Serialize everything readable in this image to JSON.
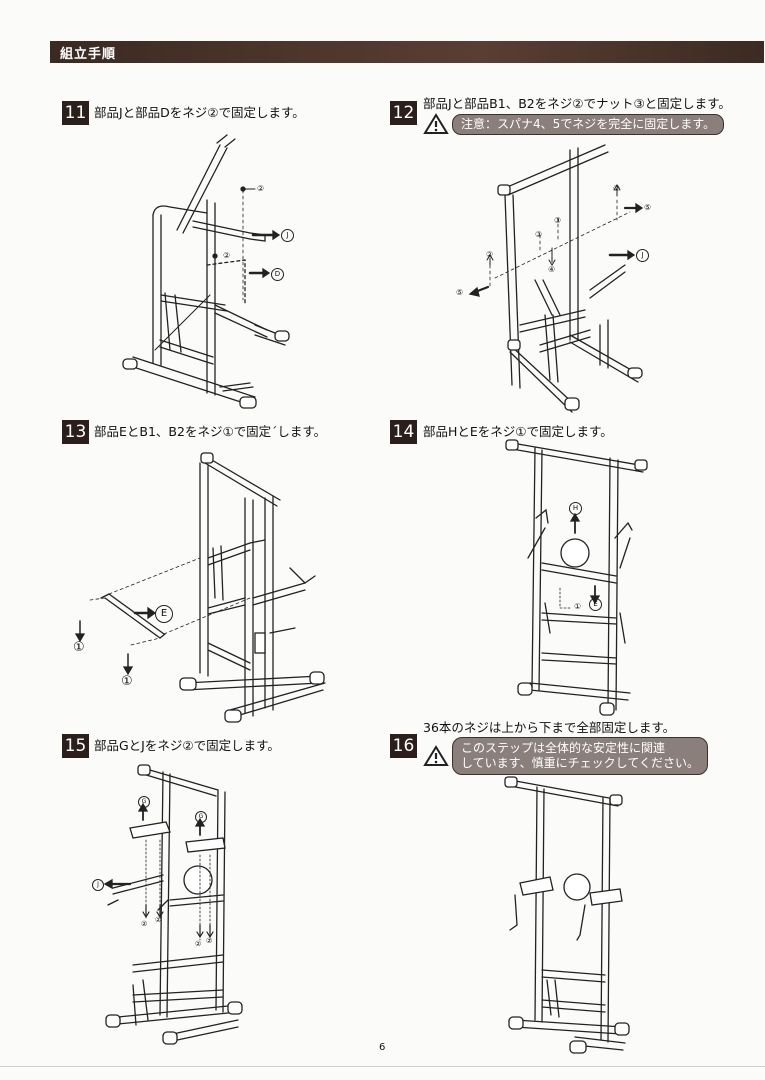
{
  "header": {
    "title": "組立手順"
  },
  "steps": [
    {
      "num": "11",
      "text": "部品Jと部品Dをネジ②で固定します。",
      "labels": {
        "screw": "②",
        "j": "J",
        "d": "D"
      }
    },
    {
      "num": "12",
      "text": "部品Jと部品B1、B2をネジ②でナット③と固定します。",
      "caution": "注意：スパナ4、5でネジを完全に固定します。",
      "labels": {
        "screw": "②",
        "nut": "③",
        "washer": "④",
        "bolt": "⑤",
        "j": "J"
      }
    },
    {
      "num": "13",
      "text": "部品EとB1、B2をネジ①で固定´します。",
      "labels": {
        "screw": "①",
        "e": "E"
      }
    },
    {
      "num": "14",
      "text": "部品HとEをネジ①で固定します。",
      "labels": {
        "screw": "①",
        "h": "H",
        "e": "E"
      }
    },
    {
      "num": "15",
      "text": "部品GとJをネジ②で固定します。",
      "labels": {
        "screw": "②",
        "g": "G",
        "j": "J"
      }
    },
    {
      "num": "16",
      "text": "36本のネジは上から下まで全部固定します。",
      "caution_lines": [
        "このステップは全体的な安定性に関連",
        "しています、慎重にチェックしてください。"
      ]
    }
  ],
  "page_number": "6"
}
